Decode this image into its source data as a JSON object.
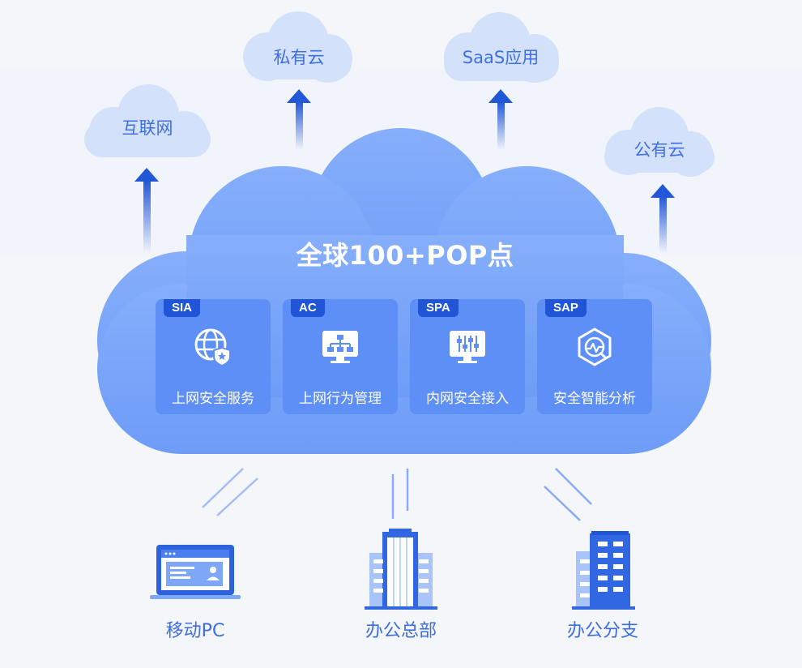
{
  "targets": [
    {
      "label": "互联网"
    },
    {
      "label": "私有云"
    },
    {
      "label": "SaaS应用"
    },
    {
      "label": "公有云"
    }
  ],
  "cloud": {
    "title": "全球100+POP点",
    "services": [
      {
        "tag": "SIA",
        "text": "上网安全服务",
        "icon": "globe-shield-icon"
      },
      {
        "tag": "AC",
        "text": "上网行为管理",
        "icon": "monitor-org-chart-icon"
      },
      {
        "tag": "SPA",
        "text": "内网安全接入",
        "icon": "monitor-sliders-icon"
      },
      {
        "tag": "SAP",
        "text": "安全智能分析",
        "icon": "hexagon-analytics-icon"
      }
    ]
  },
  "sites": [
    {
      "label": "移动PC",
      "icon": "laptop-icon"
    },
    {
      "label": "办公总部",
      "icon": "headquarters-building-icon"
    },
    {
      "label": "办公分支",
      "icon": "branch-building-icon"
    }
  ],
  "colors": {
    "background": "#f4f6fa",
    "small_cloud": "#d3e1fb",
    "label_text": "#3f6fe0",
    "main_cloud": "#7aa6fb",
    "card": "#5e8ff6",
    "tag": "#1f55d6",
    "arrow": "#2257d8"
  }
}
